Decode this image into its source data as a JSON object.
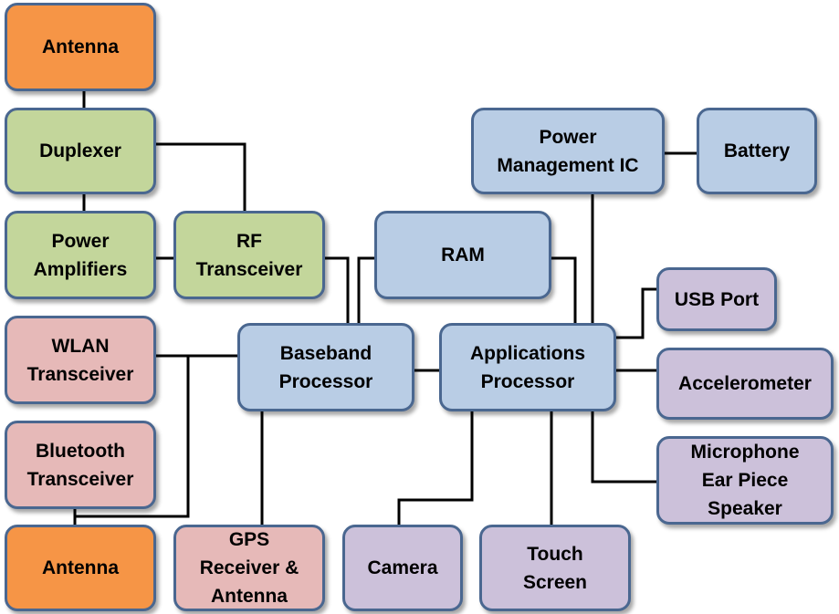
{
  "diagram": {
    "blocks": {
      "antenna_top": "Antenna",
      "duplexer": "Duplexer",
      "power_amplifiers": "Power\nAmplifiers",
      "rf_transceiver": "RF\nTransceiver",
      "wlan_transceiver": "WLAN\nTransceiver",
      "bluetooth_transceiver": "Bluetooth\nTransceiver",
      "antenna_bottom": "Antenna",
      "gps_receiver": "GPS\nReceiver &\nAntenna",
      "baseband_processor": "Baseband\nProcessor",
      "ram": "RAM",
      "power_management_ic": "Power\nManagement IC",
      "battery": "Battery",
      "applications_processor": "Applications\nProcessor",
      "usb_port": "USB Port",
      "accelerometer": "Accelerometer",
      "audio": "Microphone\nEar Piece\nSpeaker",
      "camera": "Camera",
      "touch_screen": "Touch\nScreen"
    },
    "colors": {
      "border": "#4a6790",
      "antenna": "#f69546",
      "rf_front_end": "#c3d69b",
      "processing": "#b9cde5",
      "wireless": "#e6b9b8",
      "peripherals": "#ccc1da",
      "wire": "#000000"
    }
  }
}
